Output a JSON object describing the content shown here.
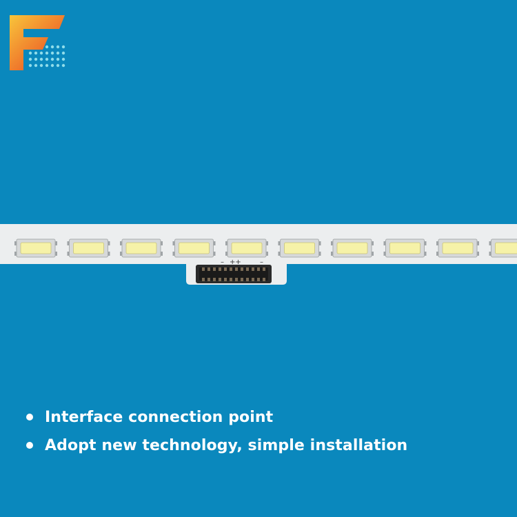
{
  "brand": {
    "logo_icon": "f-letter-logo-icon",
    "colors": {
      "gradient_top": "#f6c23a",
      "gradient_bottom": "#e83a2f",
      "dots": "#7fd8e6"
    }
  },
  "background_color": "#0a88bd",
  "product": {
    "icon": "led-strip-icon",
    "led_count": 10,
    "connector_icon": "connector-icon",
    "polarity_marks": [
      "–",
      "++",
      "–"
    ]
  },
  "features": [
    {
      "text": "Interface connection point"
    },
    {
      "text": "Adopt new technology, simple installation"
    }
  ]
}
